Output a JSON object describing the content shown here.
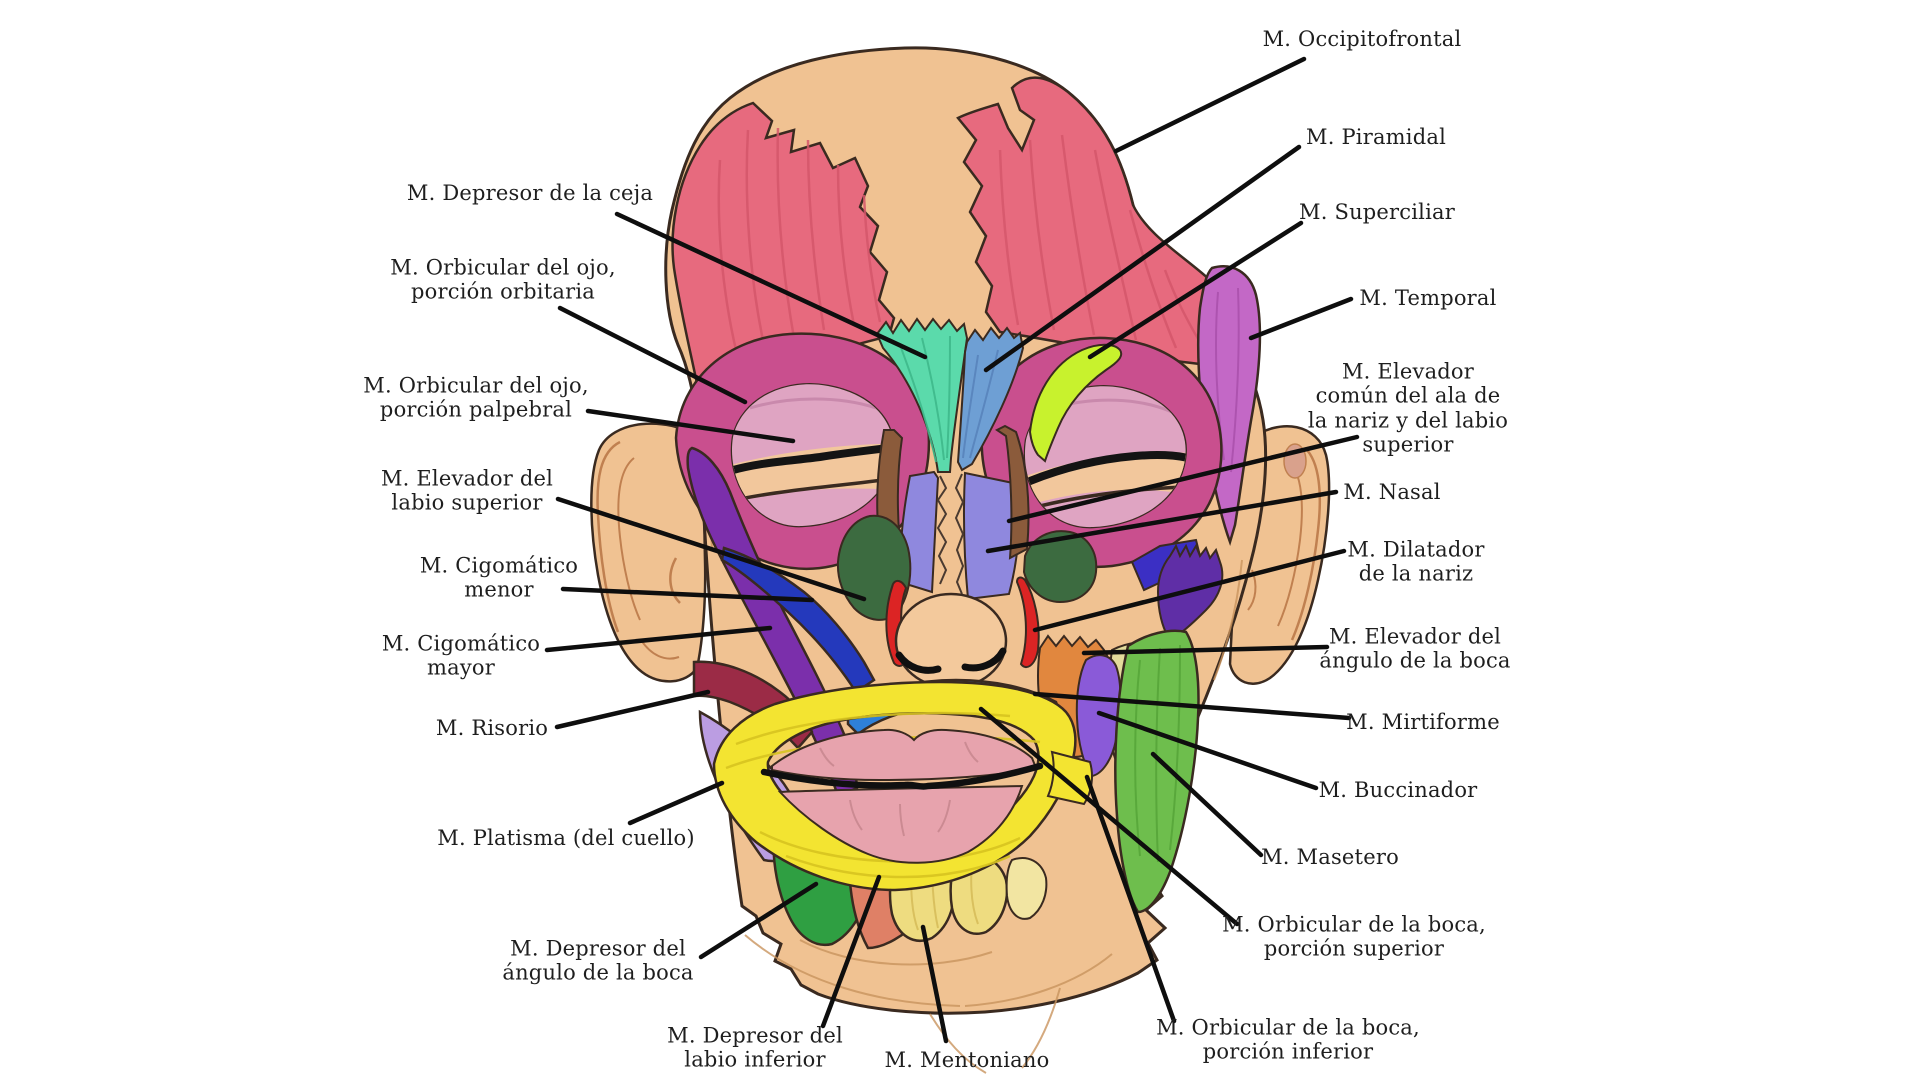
{
  "figure": {
    "type": "anatomy-diagram",
    "subject": "Músculos de la cara (vista frontal)",
    "language": "es"
  },
  "palette": {
    "background": "#ffffff",
    "skin": "#F0C292",
    "skin_light": "#F4CCA0",
    "outline": "#3a2a20",
    "line": "#0e0e0e",
    "frontal_streak": "#D5576B",
    "khaki": "#E3DB9B",
    "indigo_a": "#3B2FC4",
    "indigo_b": "#5F2EA6",
    "lips": "#E7A3AD",
    "mentalis_light": "#F2E5A2",
    "yellow_streak": "#D8C420",
    "ear_line": "#C08050"
  },
  "labels": {
    "left": [
      {
        "id": "depresor-ceja",
        "text": "M. Depresor de la ceja",
        "color": "#5BDAAB"
      },
      {
        "id": "orbicular-ojo-orbitaria",
        "text": "M. Orbicular del ojo,\nporción orbitaria",
        "color": "#C94F8E"
      },
      {
        "id": "orbicular-ojo-palpebral",
        "text": "M. Orbicular del ojo,\nporción palpebral",
        "color": "#DFA4C2"
      },
      {
        "id": "elevador-labio-superior",
        "text": "M. Elevador del\nlabio superior",
        "color": "#3C6B40"
      },
      {
        "id": "cigomatico-menor",
        "text": "M. Cigomático\nmenor",
        "color": "#2439BC"
      },
      {
        "id": "cigomatico-mayor",
        "text": "M. Cigomático\nmayor",
        "color": "#7B2FAB"
      },
      {
        "id": "risorio",
        "text": "M. Risorio",
        "color": "#9B2B46"
      },
      {
        "id": "platisma",
        "text": "M. Platisma (del cuello)",
        "color": "#BB9DE2"
      },
      {
        "id": "depresor-angulo-boca",
        "text": "M. Depresor del\nángulo de la boca",
        "color": "#2F9F42"
      },
      {
        "id": "depresor-labio-inferior",
        "text": "M. Depresor del\nlabio inferior",
        "color": "#DF8066"
      },
      {
        "id": "mentoniano",
        "text": "M. Mentoniano",
        "color": "#EEDC80"
      }
    ],
    "right": [
      {
        "id": "occipitofrontal",
        "text": "M. Occipitofrontal",
        "color": "#E76A7E"
      },
      {
        "id": "piramidal",
        "text": "M. Piramidal",
        "color": "#6E9FD4"
      },
      {
        "id": "superciliar",
        "text": "M. Superciliar",
        "color": "#C8F22D"
      },
      {
        "id": "temporal",
        "text": "M. Temporal",
        "color": "#C368C6"
      },
      {
        "id": "elevador-comun",
        "text": "M. Elevador\ncomún del ala de\nla nariz y del labio\nsuperior",
        "color": "#8B5B3B"
      },
      {
        "id": "nasal",
        "text": "M. Nasal",
        "color": "#8F88DE"
      },
      {
        "id": "dilatador-nariz",
        "text": "M. Dilatador\nde la nariz",
        "color": "#DC2424"
      },
      {
        "id": "elevador-angulo-boca",
        "text": "M. Elevador del\nángulo de la boca",
        "color": "#E1873E"
      },
      {
        "id": "mirtiforme",
        "text": "M. Mirtiforme",
        "color": "#2E80D8"
      },
      {
        "id": "buccinador",
        "text": "M. Buccinador",
        "color": "#8A5AD8"
      },
      {
        "id": "masetero",
        "text": "M. Masetero",
        "color": "#6EBE4D"
      },
      {
        "id": "orbicular-boca-superior",
        "text": "M. Orbicular de la boca,\nporción superior",
        "color": "#F3E431"
      },
      {
        "id": "orbicular-boca-inferior",
        "text": "M. Orbicular de la boca,\nporción inferior",
        "color": "#F3E431"
      }
    ]
  }
}
